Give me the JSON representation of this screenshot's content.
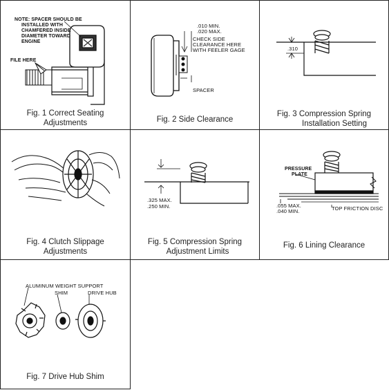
{
  "figures": [
    {
      "caption": "Fig. 1 Correct Seating Adjustments",
      "caption_lines": [
        "Fig. 1 Correct Seating",
        "Adjustments"
      ],
      "labels": {
        "note": "NOTE: SPACER SHOULD BE INSTALLED WITH CHAMFERED INSIDE DIAMETER TOWARD ENGINE",
        "note_lines": [
          "NOTE: SPACER SHOULD BE",
          "INSTALLED WITH",
          "CHAMFERED INSIDE",
          "DIAMETER TOWARD",
          "ENGINE"
        ],
        "file": "FILE HERE"
      }
    },
    {
      "caption": "Fig. 2 Side Clearance",
      "caption_lines": [
        "Fig. 2 Side Clearance"
      ],
      "labels": {
        "min": ".010 MIN.",
        "max": ".020 MAX.",
        "check_lines": [
          "CHECK SIDE",
          "CLEARANCE HERE",
          "WITH FEELER GAGE"
        ],
        "spacer": "SPACER"
      }
    },
    {
      "caption": "Fig. 3 Compression Spring Installation Setting",
      "caption_lines": [
        "Fig. 3 Compression Spring",
        "Installation Setting"
      ],
      "labels": {
        "dim": ".310"
      }
    },
    {
      "caption": "Fig. 4 Clutch Slippage Adjustments",
      "caption_lines": [
        "Fig. 4 Clutch Slippage",
        "Adjustments"
      ]
    },
    {
      "caption": "Fig. 5 Compression Spring Adjustment Limits",
      "caption_lines": [
        "Fig. 5 Compression Spring",
        "Adjustment Limits"
      ],
      "labels": {
        "max": ".325 MAX.",
        "min": ".250 MIN."
      }
    },
    {
      "caption": "Fig. 6 Lining Clearance",
      "caption_lines": [
        "Fig. 6 Lining Clearance"
      ],
      "labels": {
        "pressure_lines": [
          "PRESSURE",
          "PLATE"
        ],
        "max": ".055 MAX.",
        "min": ".040 MIN.",
        "disc": "TOP FRICTION DISC"
      }
    },
    {
      "caption": "Fig. 7 Drive Hub Shim",
      "caption_lines": [
        "Fig. 7 Drive Hub Shim"
      ],
      "labels": {
        "support": "ALUMINUM WEIGHT SUPPORT",
        "shim": "SHIM",
        "hub": "DRIVE HUB"
      }
    }
  ]
}
